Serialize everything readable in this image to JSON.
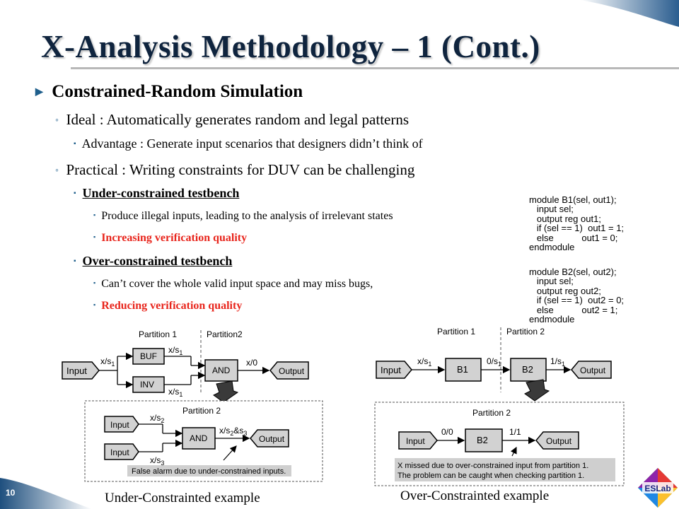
{
  "slide": {
    "title": "X-Analysis Methodology – 1 (Cont.)",
    "page_number": "10"
  },
  "bullets": {
    "l1_crs": "Constrained-Random Simulation",
    "l2_ideal": "Ideal : Automatically generates random and legal patterns",
    "l3_advantage": "Advantage : Generate input scenarios that designers didn’t think of",
    "l2_practical": "Practical : Writing constraints for DUV can be challenging",
    "l3_under": "Under-constrained testbench",
    "l4_under_1": "Produce illegal inputs, leading to the analysis of irrelevant states",
    "l4_under_2": "Increasing verification quality",
    "l3_over": "Over-constrained testbench",
    "l4_over_1": "Can’t cover the whole valid input space and may miss bugs,",
    "l4_over_2": "Reducing verification quality"
  },
  "code": {
    "b1": [
      "module B1(sel, out1);",
      "   input sel;",
      "   output reg out1;",
      "   if (sel == 1)  out1 = 1;",
      "   else           out1 = 0;",
      "endmodule"
    ],
    "b2": [
      "module B2(sel, out2);",
      "   input sel;",
      "   output reg out2;",
      "   if (sel == 1)  out2 = 0;",
      "   else           out2 = 1;",
      "endmodule"
    ]
  },
  "left_diagram": {
    "partition1": "Partition 1",
    "partition2": "Partition2",
    "input": "Input",
    "buf": "BUF",
    "inv": "INV",
    "and": "AND",
    "output": "Output",
    "x_s1_in": "x/s",
    "x_s1_in_sub": "1",
    "x_s1_buf": "x/s",
    "x_s1_buf_sub": "1",
    "x_s1_inv": "x/s",
    "x_s1_inv_sub": "1",
    "x0": "x/0",
    "zoom_partition2": "Partition 2",
    "zoom_input": "Input",
    "zoom_and": "AND",
    "zoom_output": "Output",
    "x_s2": "x/s",
    "x_s2_sub": "2",
    "x_s3": "x/s",
    "x_s3_sub": "3",
    "x_s2s3": "x/s",
    "x_s2s3_sub1": "2",
    "x_s2s3_mid": "&s",
    "x_s2s3_sub2": "3",
    "note": "False alarm due to under-constrained inputs.",
    "caption": "Under-Constrainted example"
  },
  "right_diagram": {
    "partition1": "Partition 1",
    "partition2": "Partition 2",
    "input": "Input",
    "b1": "B1",
    "b2": "B2",
    "output": "Output",
    "x_s1": "x/s",
    "x_s1_sub": "1",
    "o_s1": "0/s",
    "o_s1_sub": "1",
    "one_s1": "1/s",
    "one_s1_sub": "1",
    "zoom_partition2": "Partition 2",
    "zoom_input": "Input",
    "zoom_b2": "B2",
    "zoom_output": "Output",
    "zero_zero": "0/0",
    "one_one": "1/1",
    "note_line1": "X missed due to over-constrained input from partition 1.",
    "note_line2": "The problem can be caught when checking partition 1.",
    "caption": "Over-Constrainted example"
  },
  "logo": {
    "text": "ESLab"
  },
  "colors": {
    "title": "#0f243e",
    "bullet_blue": "#1f5f8c",
    "red": "#e8251c",
    "box_gray": "#cfcfcf"
  }
}
